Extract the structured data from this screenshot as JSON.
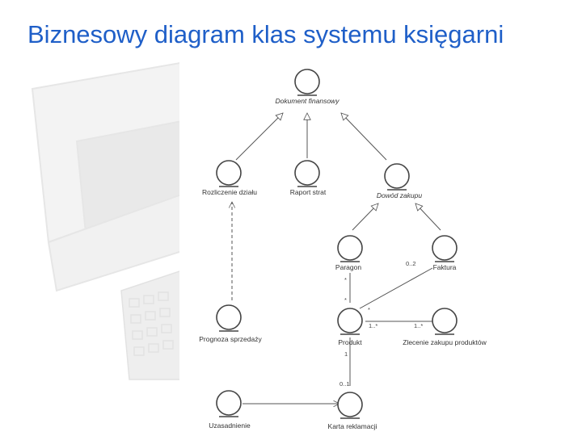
{
  "slide": {
    "title": "Biznesowy diagram klas systemu księgarni"
  },
  "colors": {
    "title": "#1f5fc8",
    "line": "#555555",
    "background_art": "#ececec"
  },
  "diagram": {
    "classes": {
      "dokument": "Dokument finansowy",
      "rozliczenie": "Rozliczenie działu",
      "raport": "Raport strat",
      "dowod": "Dowód zakupu",
      "paragon": "Paragon",
      "faktura": "Faktura",
      "prognoza": "Prognoza sprzedaży",
      "produkt": "Produkt",
      "zlecenie": "Zlecenie zakupu produktów",
      "uzasadnienie": "Uzasadnienie",
      "karta": "Karta reklamacji"
    },
    "multiplicities": {
      "paragon_product": "*",
      "paragon_end": "*",
      "faktura_end": "0..2",
      "faktura_product": "*",
      "produkt_zlecenie": "1..*",
      "zlecenie_produkt": "1..*",
      "produkt_karta": "1",
      "karta_produkt": "0..1"
    }
  }
}
